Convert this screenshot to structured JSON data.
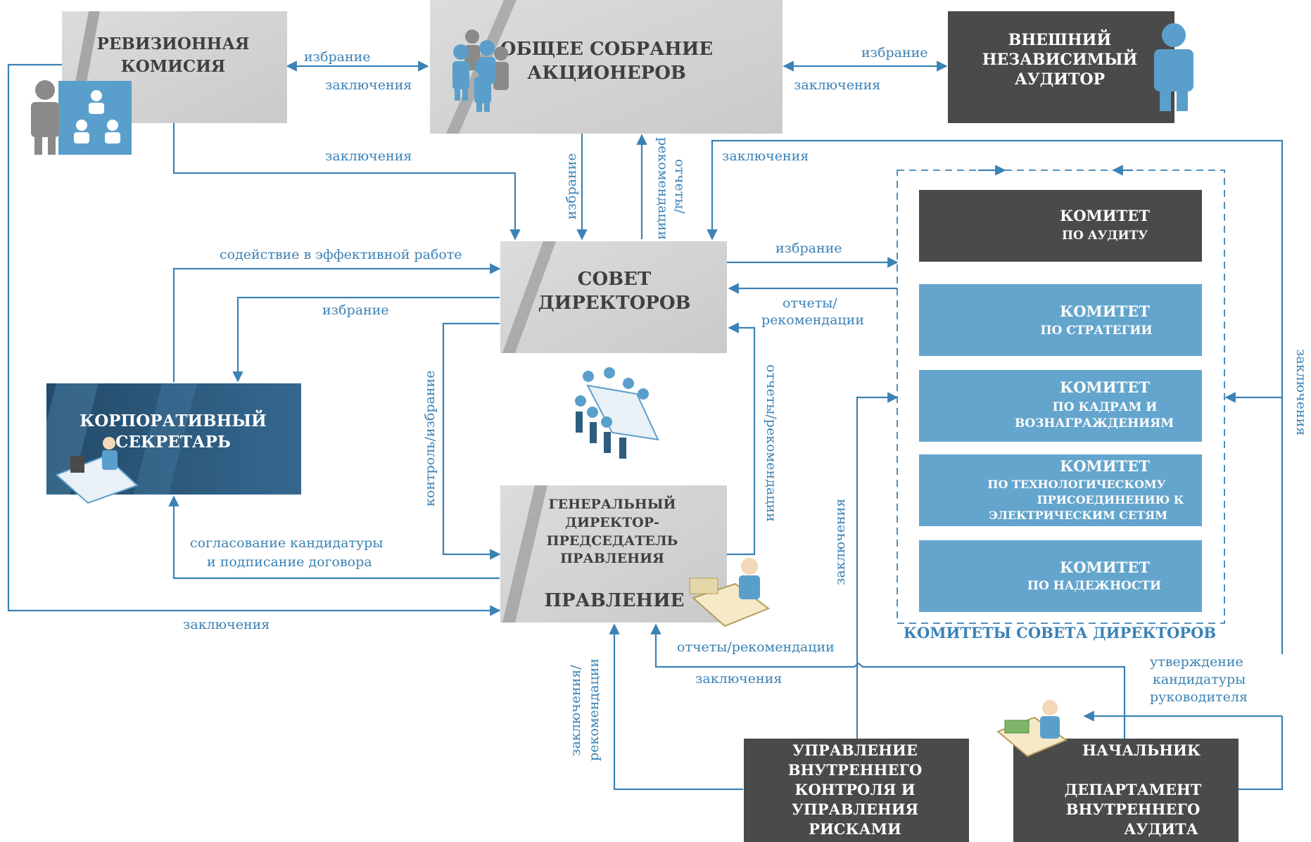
{
  "boxes": {
    "revision": {
      "line1": "РЕВИЗИОННАЯ",
      "line2": "КОМИСИЯ"
    },
    "general_meeting": {
      "line1": "ОБЩЕЕ СОБРАНИЕ",
      "line2": "АКЦИОНЕРОВ"
    },
    "auditor": {
      "line1": "ВНЕШНИЙ",
      "line2": "НЕЗАВИСИМЫЙ",
      "line3": "АУДИТОР"
    },
    "board": {
      "line1": "СОВЕТ",
      "line2": "ДИРЕКТОРОВ"
    },
    "secretary": {
      "line1": "КОРПОРАТИВНЫЙ",
      "line2": "СЕКРЕТАРЬ"
    },
    "ceo": {
      "line1": "ГЕНЕРАЛЬНЫЙ",
      "line2": "ДИРЕКТОР-",
      "line3": "ПРЕДСЕДАТЕЛЬ",
      "line4": "ПРАВЛЕНИЯ",
      "line5": "ПРАВЛЕНИЕ"
    },
    "internal_control": {
      "line1": "УПРАВЛЕНИЕ",
      "line2": "ВНУТРЕННЕГО",
      "line3": "КОНТРОЛЯ И",
      "line4": "УПРАВЛЕНИЯ",
      "line5": "РИСКАМИ"
    },
    "audit_head": {
      "line1": "НАЧАЛЬНИК",
      "line2": "ДЕПАРТАМЕНТ",
      "line3": "ВНУТРЕННЕГО",
      "line4": "АУДИТА"
    }
  },
  "committees": {
    "group_title": "КОМИТЕТЫ СОВЕТА ДИРЕКТОРОВ",
    "audit": {
      "title": "КОМИТЕТ",
      "sub1": "ПО АУДИТУ"
    },
    "strategy": {
      "title": "КОМИТЕТ",
      "sub1": "ПО СТРАТЕГИИ"
    },
    "hr": {
      "title": "КОМИТЕТ",
      "sub1": "ПО КАДРАМ И",
      "sub2": "ВОЗНАГРАЖДЕНИЯМ"
    },
    "tech": {
      "title": "КОМИТЕТ",
      "sub1": "ПО ТЕХНОЛОГИЧЕСКОМУ",
      "sub2": "ПРИСОЕДИНЕНИЮ К",
      "sub3": "ЭЛЕКТРИЧЕСКИМ СЕТЯМ"
    },
    "reliability": {
      "title": "КОМИТЕТ",
      "sub1": "ПО НАДЕЖНОСТИ"
    }
  },
  "labels": {
    "izbranie": "избрание",
    "zaklyucheniya": "заключения",
    "otchety": "отчеты/",
    "rekomendacii": "рекомендации",
    "otchety_rek": "отчеты/рекомендации",
    "sodeistvie": "содействие в эффективной работе",
    "kontrol_izbranie": "контроль/избрание",
    "soglasovanie1": "согласование кандидатуры",
    "soglasovanie2": "и подписание договора",
    "zaklyucheniya_sl": "заключения/",
    "utv1": "утверждение",
    "utv2": "кандидатуры",
    "utv3": "руководителя"
  },
  "colors": {
    "arrow": "#3b82b5",
    "light_box": "#d6d6d6",
    "dark_box": "#4a4a4a",
    "committee_blue": "#64a5cd",
    "secretary_blue": "#2e5d80"
  }
}
